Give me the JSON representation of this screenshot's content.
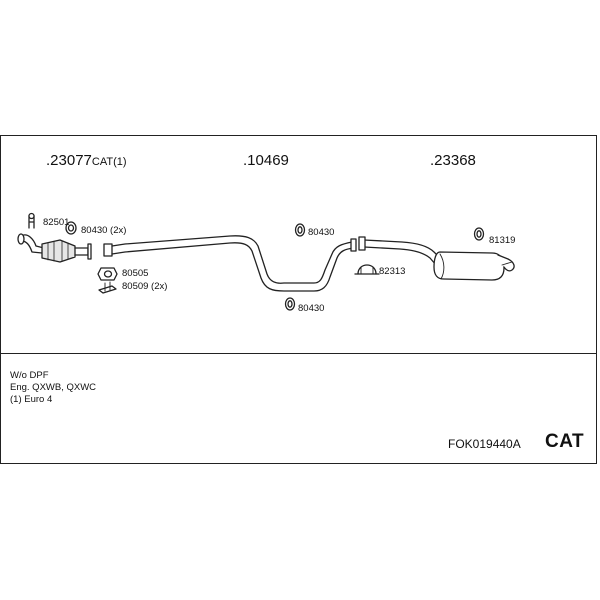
{
  "sections": [
    {
      "number": ".23077",
      "suffix": "CAT(1)"
    },
    {
      "number": ".10469",
      "suffix": ""
    },
    {
      "number": ".23368",
      "suffix": ""
    }
  ],
  "parts": {
    "p82501": "82501",
    "p80430_2x": "80430 (2x)",
    "p80505": "80505",
    "p80509_2x": "80509 (2x)",
    "p80430_a": "80430",
    "p80430_b": "80430",
    "p82313": "82313",
    "p81319": "81319"
  },
  "notes": [
    "W/o DPF",
    "Eng. QXWB, QXWC",
    "(1) Euro 4"
  ],
  "footer": {
    "code": "FOK019440A",
    "tag": "CAT"
  },
  "colors": {
    "line": "#222222",
    "fill": "#ffffff",
    "shade": "#8a8a8a"
  }
}
